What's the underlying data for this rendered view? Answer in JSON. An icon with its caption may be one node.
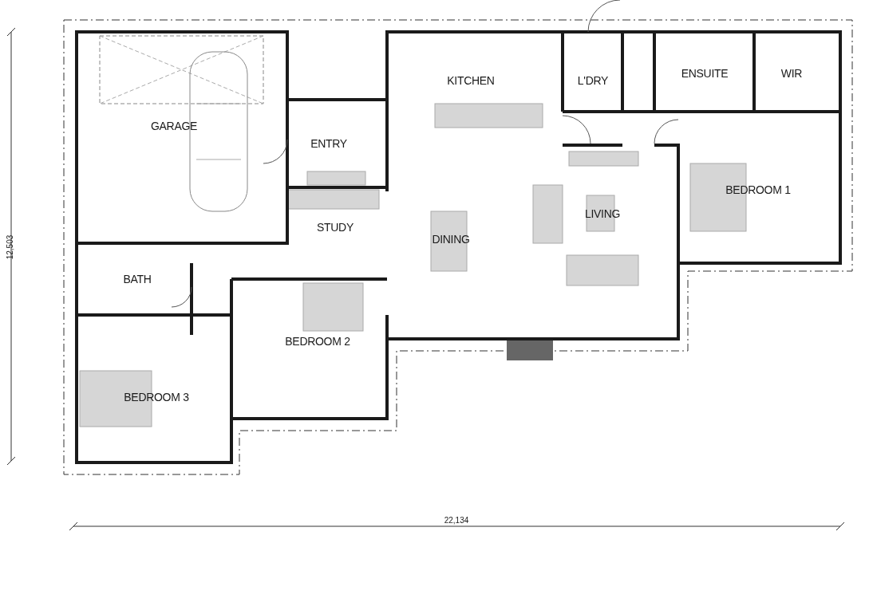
{
  "diagram": {
    "labels": [
      "GARAGE",
      "ENTRY",
      "KITCHEN",
      "L'DRY",
      "ENSUITE",
      "WIR",
      "BEDROOM 1",
      "LIVING",
      "STUDY",
      "DINING",
      "BATH",
      "BEDROOM 2",
      "BEDROOM 3",
      "12,503",
      "22,134"
    ]
  }
}
